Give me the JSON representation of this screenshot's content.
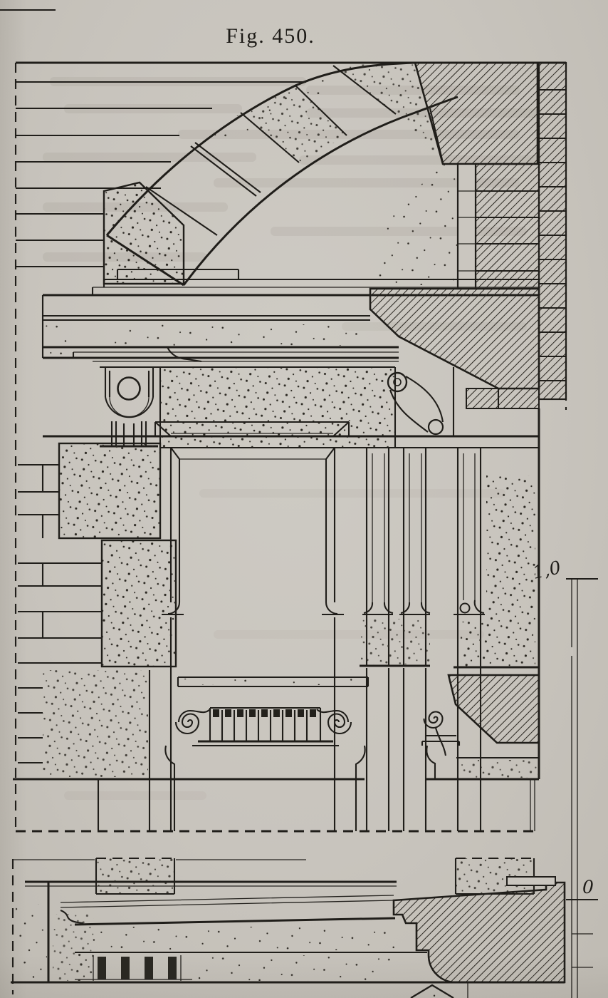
{
  "figure": {
    "caption": "Fig. 450."
  },
  "scale_bar": {
    "upper_label": "1,0",
    "zero_label": "0"
  },
  "colors": {
    "paper": "#c8c4bd",
    "ink": "#201e1a"
  }
}
